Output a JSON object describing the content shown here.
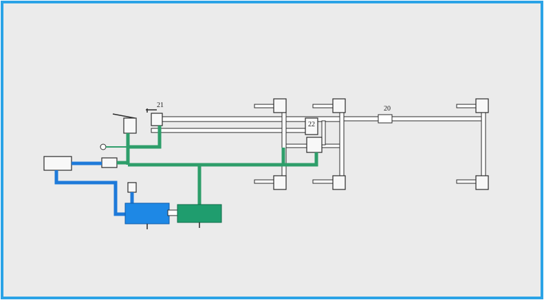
{
  "diagram": {
    "labels": {
      "label_21": "21",
      "label_22": "22",
      "label_20": "20"
    },
    "colors": {
      "frame": "#2aa3e6",
      "background": "#ebebeb",
      "pipe_outline": "#2a2a2a",
      "pipe_fill": "#ffffff",
      "line_green": "#2e9e6a",
      "line_blue": "#1e7ad9",
      "blue_tank": "#1e88e5",
      "green_tank": "#1f9d6e"
    }
  }
}
